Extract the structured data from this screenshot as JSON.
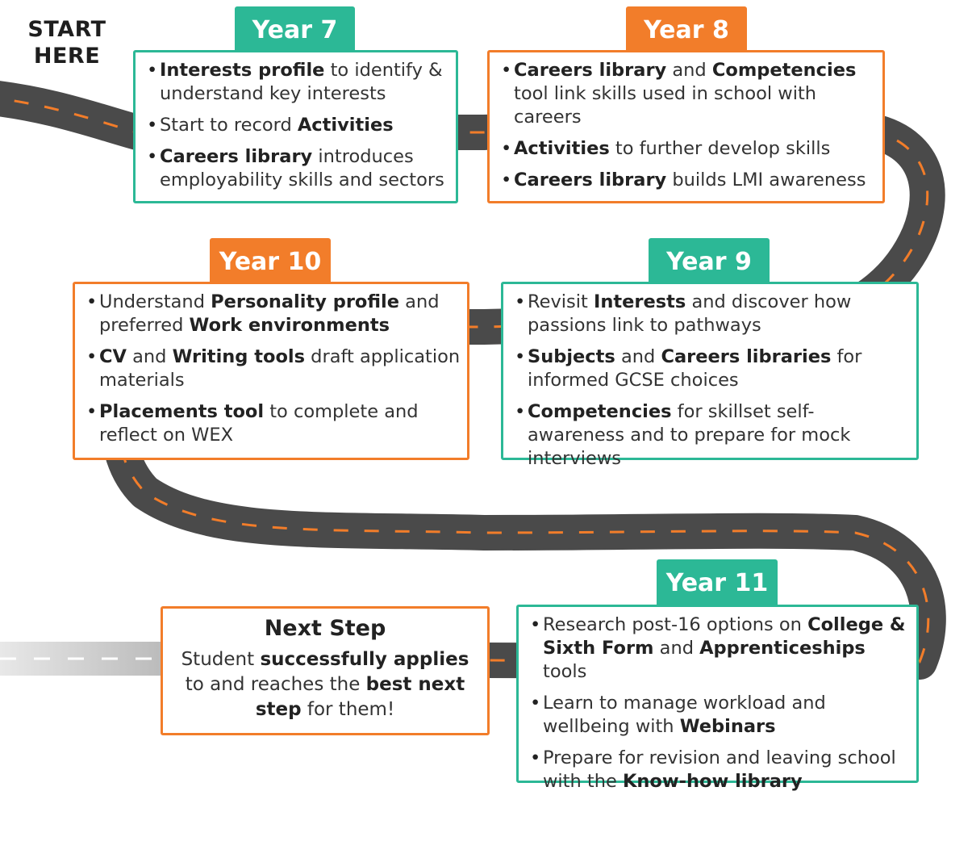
{
  "start": {
    "line1": "START",
    "line2": "HERE"
  },
  "colors": {
    "teal": "#2cb896",
    "orange": "#f27d2a",
    "road": "#4a4a4a",
    "dash": "#f27d2a"
  },
  "years": {
    "y7": {
      "title": "Year 7",
      "items": [
        [
          [
            "b",
            "Interests profile"
          ],
          [
            "t",
            " to identify & understand key interests"
          ]
        ],
        [
          [
            "t",
            "Start to record "
          ],
          [
            "b",
            "Activities"
          ]
        ],
        [
          [
            "b",
            "Careers library"
          ],
          [
            "t",
            " introduces employability skills and sectors"
          ]
        ]
      ]
    },
    "y8": {
      "title": "Year 8",
      "items": [
        [
          [
            "b",
            "Careers library"
          ],
          [
            "t",
            " and "
          ],
          [
            "b",
            "Competencies"
          ],
          [
            "t",
            " tool link skills used in school with careers"
          ]
        ],
        [
          [
            "b",
            "Activities"
          ],
          [
            "t",
            " to further develop skills"
          ]
        ],
        [
          [
            "b",
            "Careers library"
          ],
          [
            "t",
            " builds LMI awareness"
          ]
        ]
      ]
    },
    "y9": {
      "title": "Year 9",
      "items": [
        [
          [
            "t",
            "Revisit "
          ],
          [
            "b",
            "Interests"
          ],
          [
            "t",
            " and discover how passions link to pathways"
          ]
        ],
        [
          [
            "b",
            "Subjects"
          ],
          [
            "t",
            " and "
          ],
          [
            "b",
            "Careers libraries"
          ],
          [
            "t",
            " for informed GCSE choices"
          ]
        ],
        [
          [
            "b",
            "Competencies"
          ],
          [
            "t",
            " for skillset self-awareness and to prepare for mock interviews"
          ]
        ]
      ]
    },
    "y10": {
      "title": "Year 10",
      "items": [
        [
          [
            "t",
            "Understand "
          ],
          [
            "b",
            "Personality profile"
          ],
          [
            "t",
            " and preferred "
          ],
          [
            "b",
            "Work environments"
          ]
        ],
        [
          [
            "b",
            "CV"
          ],
          [
            "t",
            " and "
          ],
          [
            "b",
            "Writing tools"
          ],
          [
            "t",
            " draft application materials"
          ]
        ],
        [
          [
            "b",
            "Placements tool"
          ],
          [
            "t",
            " to complete and reflect on WEX"
          ]
        ]
      ]
    },
    "y11": {
      "title": "Year 11",
      "items": [
        [
          [
            "t",
            "Research post-16 options on "
          ],
          [
            "b",
            "College & Sixth Form"
          ],
          [
            "t",
            " and "
          ],
          [
            "b",
            "Apprenticeships"
          ],
          [
            "t",
            " tools"
          ]
        ],
        [
          [
            "t",
            "Learn to manage workload and wellbeing with "
          ],
          [
            "b",
            "Webinars"
          ]
        ],
        [
          [
            "t",
            "Prepare for revision and leaving school with the "
          ],
          [
            "b",
            "Know-how library"
          ]
        ]
      ]
    }
  },
  "next_step": {
    "title": "Next Step",
    "body": [
      [
        "t",
        "Student "
      ],
      [
        "b",
        "successfully applies"
      ],
      [
        "t",
        " to and reaches the "
      ],
      [
        "b",
        "best next step"
      ],
      [
        "t",
        " for them!"
      ]
    ]
  }
}
